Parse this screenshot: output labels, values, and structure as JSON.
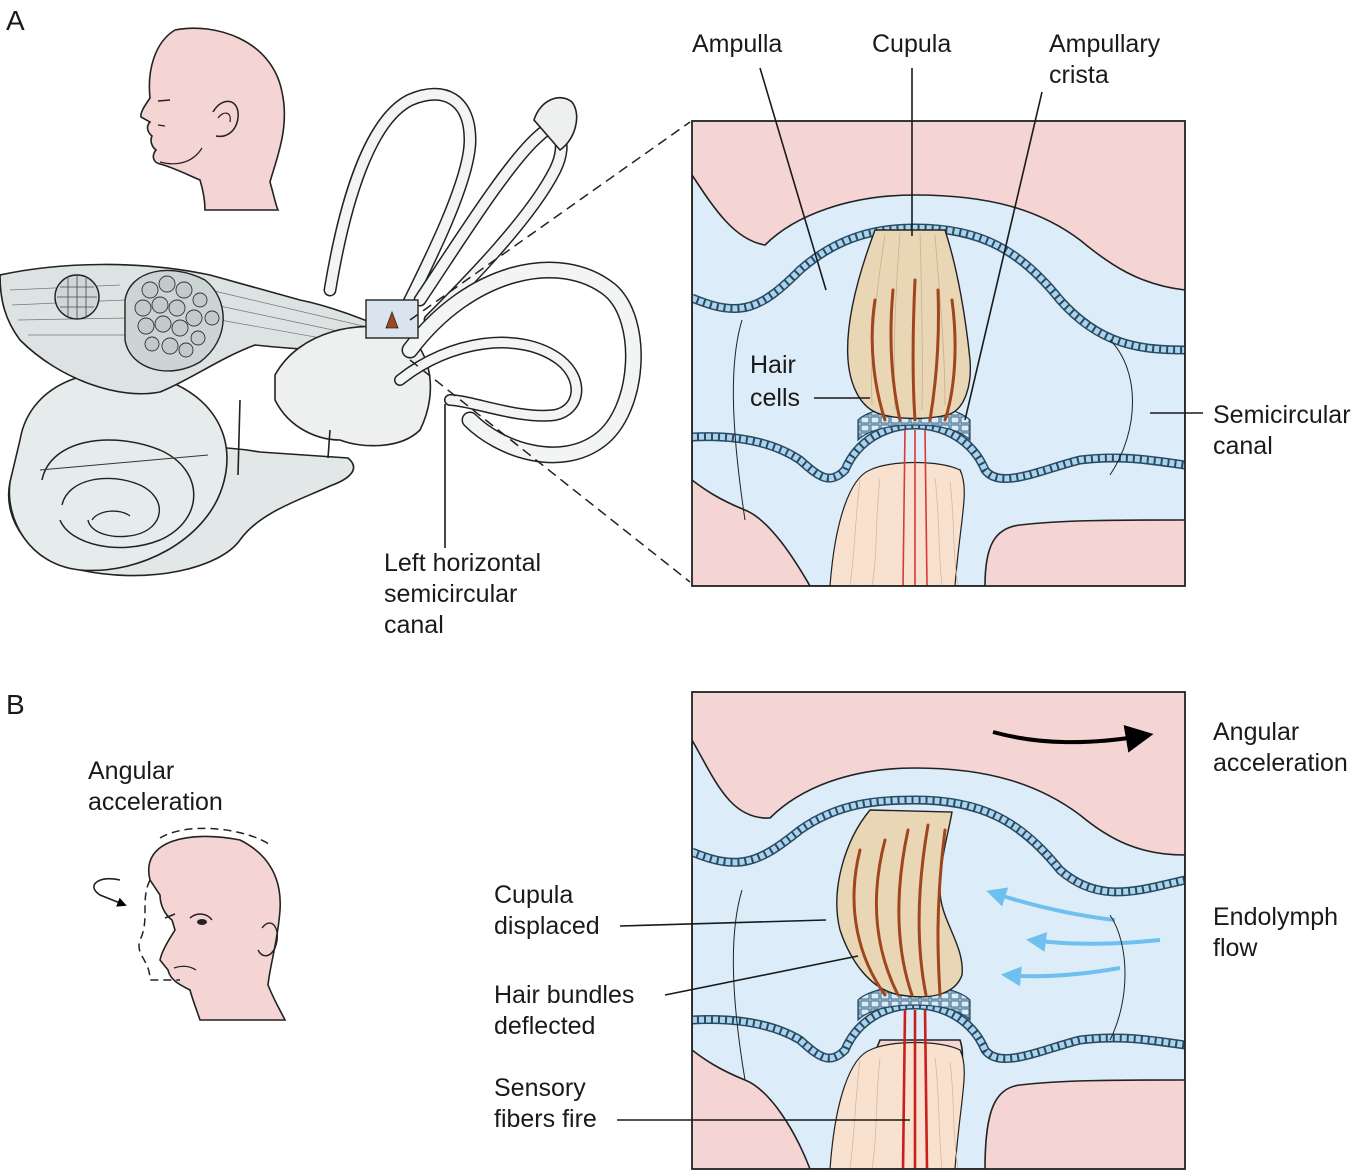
{
  "panels": {
    "a": {
      "letter": "A",
      "labels": {
        "ampulla": "Ampulla",
        "cupula": "Cupula",
        "ampullary_crista": [
          "Ampullary",
          "crista"
        ],
        "hair_cells": [
          "Hair",
          "cells"
        ],
        "semicircular_canal": [
          "Semicircular",
          "canal"
        ],
        "left_horizontal_canal": [
          "Left horizontal",
          "semicircular",
          "canal"
        ]
      }
    },
    "b": {
      "letter": "B",
      "labels": {
        "head_angular_acceleration": [
          "Angular",
          "acceleration"
        ],
        "box_angular_acceleration": [
          "Angular",
          "acceleration"
        ],
        "cupula_displaced": [
          "Cupula",
          "displaced"
        ],
        "hair_bundles_deflected": [
          "Hair bundles",
          "deflected"
        ],
        "sensory_fibers_fire": [
          "Sensory",
          "fibers fire"
        ],
        "endolymph_flow": [
          "Endolymph",
          "flow"
        ]
      }
    }
  },
  "colors": {
    "skin": "#f5d4d4",
    "endolymph": "#dcecf8",
    "membrane_cells": "#a9d3ee",
    "cupula": "#e8d6b5",
    "hair_bundle": "#a0461e",
    "nerve_fiber": "#d63a3a",
    "nerve_base": "#f9e1cf",
    "labyrinth": "#e6eaea",
    "flow_arrow": "#6fc0f0"
  }
}
